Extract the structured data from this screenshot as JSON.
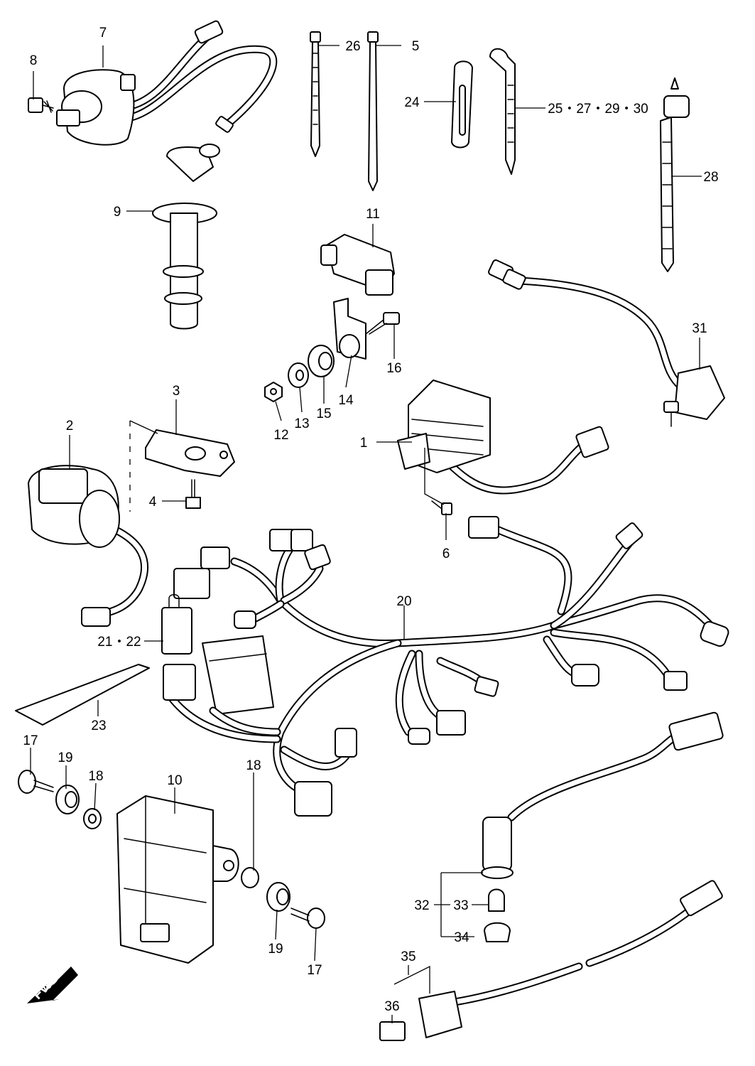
{
  "callouts": {
    "c1": "1",
    "c2": "2",
    "c3": "3",
    "c4": "4",
    "c5": "5",
    "c6": "6",
    "c7": "7",
    "c8": "8",
    "c9": "9",
    "c10": "10",
    "c11": "11",
    "c12": "12",
    "c13": "13",
    "c14": "14",
    "c15": "15",
    "c16": "16",
    "c17a": "17",
    "c17b": "17",
    "c18a": "18",
    "c18b": "18",
    "c19a": "19",
    "c19b": "19",
    "c20": "20",
    "c21_22": "21・22",
    "c23": "23",
    "c24": "24",
    "c25_27_29_30": "25・27・29・30",
    "c26": "26",
    "c28": "28",
    "c31": "31",
    "c32": "32",
    "c33": "33",
    "c34": "34",
    "c35": "35",
    "c36": "36"
  },
  "direction_arrow": {
    "label": "FWD"
  }
}
